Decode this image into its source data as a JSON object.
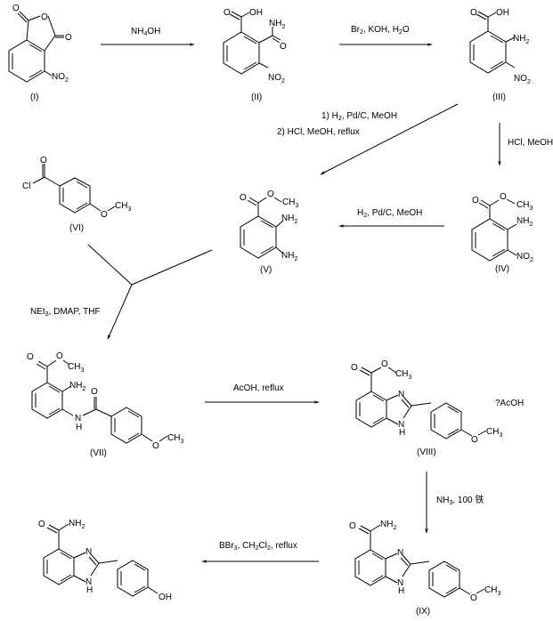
{
  "title": "Synthesis scheme of 2-(4-hydroxyphenyl)-1H-benzimidazole-4-carboxamide",
  "compounds": {
    "I": {
      "label": "(I)",
      "substituents": [
        "O",
        "O",
        "O",
        "NO2"
      ]
    },
    "II": {
      "label": "(II)",
      "substituents": [
        "O",
        "OH",
        "NH2",
        "O",
        "NO2"
      ]
    },
    "III": {
      "label": "(III)",
      "substituents": [
        "O",
        "OH",
        "NH2",
        "NO2"
      ]
    },
    "IV": {
      "label": "(IV)",
      "substituents": [
        "O",
        "O",
        "CH3",
        "NH2",
        "NO2"
      ]
    },
    "V": {
      "label": "(V)",
      "substituents": [
        "O",
        "O",
        "CH3",
        "NH2",
        "NH2"
      ]
    },
    "VI": {
      "label": "(VI)",
      "substituents": [
        "O",
        "Cl",
        "O",
        "CH3"
      ]
    },
    "VII": {
      "label": "(VII)",
      "substituents": [
        "O",
        "O",
        "CH3",
        "NH2",
        "O",
        "N",
        "H",
        "O",
        "CH3"
      ]
    },
    "VIII": {
      "label": "(VIII)",
      "substituents": [
        "O",
        "O",
        "CH3",
        "N",
        "N",
        "H",
        "O",
        "CH3"
      ],
      "salt": "?AcOH"
    },
    "IX": {
      "label": "(IX)",
      "substituents": [
        "O",
        "NH2",
        "N",
        "N",
        "H",
        "O",
        "CH3"
      ]
    },
    "final": {
      "label": "",
      "substituents": [
        "O",
        "NH2",
        "N",
        "N",
        "H",
        "OH"
      ]
    }
  },
  "reagents": {
    "step1": "NH4OH",
    "step2": "Br2, KOH, H2O",
    "step3_line1": "1) H2, Pd/C, MeOH",
    "step3_line2": "2) HCl, MeOH, reflux",
    "step4": "HCl, MeOH",
    "step5": "H2, Pd/C, MeOH",
    "step6": "NEt3, DMAP, THF",
    "step7": "AcOH, reflux",
    "step8": "NH3, 100 铁",
    "step9": "BBr3, CH2Cl2, reflux"
  }
}
